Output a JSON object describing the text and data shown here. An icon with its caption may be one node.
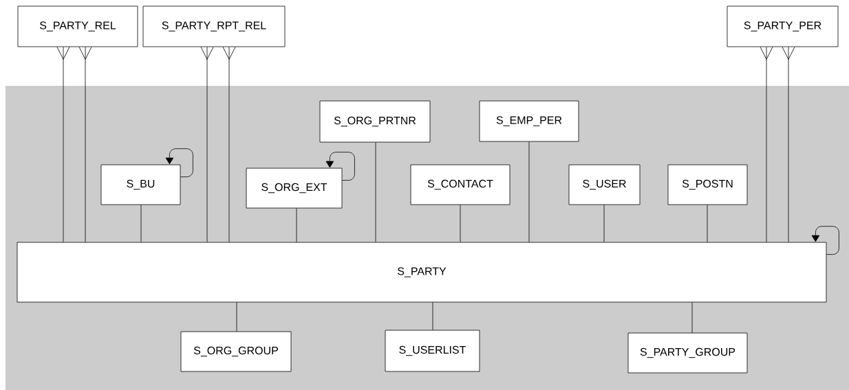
{
  "diagram": {
    "nodes": [
      {
        "text": [
          "S_PARTY_REL"
        ]
      },
      {
        "text": [
          "S_PARTY_RPT_REL"
        ]
      },
      {
        "text": [
          "S_PARTY_PER"
        ]
      },
      {
        "text": [
          "S_ORG_PRTNR"
        ]
      },
      {
        "text": [
          "S_EMP_PER"
        ]
      },
      {
        "text": [
          "S_BU"
        ]
      },
      {
        "text": [
          "S_ORG_EXT"
        ]
      },
      {
        "text": [
          "S_CONTACT"
        ]
      },
      {
        "text": [
          "S_USER"
        ]
      },
      {
        "text": [
          "S_POSTN"
        ]
      },
      {
        "text": [
          "S_PARTY"
        ]
      },
      {
        "text": [
          "S_ORG_GROUP"
        ]
      },
      {
        "text": [
          "S_USERLIST"
        ]
      },
      {
        "text": [
          "S_PARTY_GROUP"
        ]
      }
    ],
    "edges": [
      {
        "from": 10,
        "to": 0,
        "arrow": "other"
      },
      {
        "from": 10,
        "to": 0,
        "arrow": "other"
      },
      {
        "from": 10,
        "to": 1,
        "arrow": "other"
      },
      {
        "from": 10,
        "to": 1,
        "arrow": "other"
      },
      {
        "from": 10,
        "to": 2,
        "arrow": "other"
      },
      {
        "from": 10,
        "to": 2,
        "arrow": "other"
      },
      {
        "from": 10,
        "to": 5,
        "arrow": "none"
      },
      {
        "from": 10,
        "to": 6,
        "arrow": "none"
      },
      {
        "from": 10,
        "to": 3,
        "arrow": "none"
      },
      {
        "from": 10,
        "to": 7,
        "arrow": "none"
      },
      {
        "from": 10,
        "to": 4,
        "arrow": "none"
      },
      {
        "from": 10,
        "to": 8,
        "arrow": "none"
      },
      {
        "from": 10,
        "to": 9,
        "arrow": "none"
      },
      {
        "from": 10,
        "to": 11,
        "arrow": "none"
      },
      {
        "from": 10,
        "to": 12,
        "arrow": "none"
      },
      {
        "from": 10,
        "to": 13,
        "arrow": "none"
      },
      {
        "from": 5,
        "to": 5,
        "arrow": "to"
      },
      {
        "from": 6,
        "to": 6,
        "arrow": "to"
      },
      {
        "from": 10,
        "to": 10,
        "arrow": "to"
      }
    ]
  }
}
